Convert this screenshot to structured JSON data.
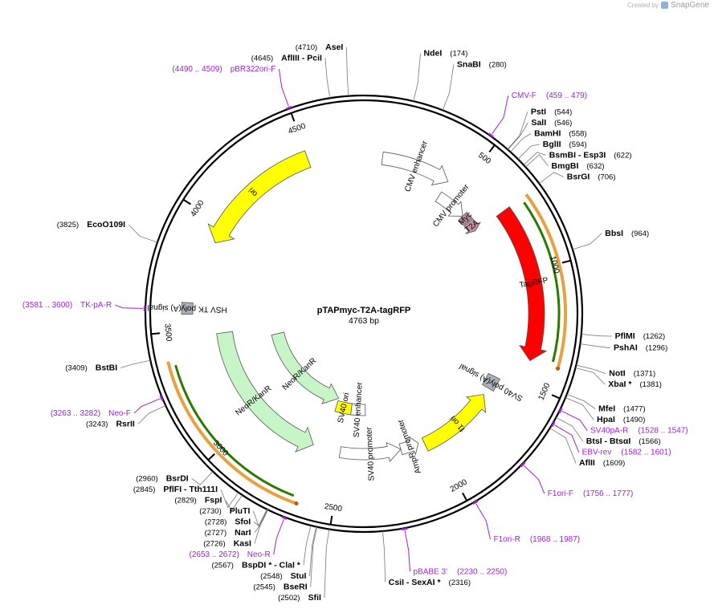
{
  "credit": {
    "prefix": "Created by",
    "brand": "SnapGene"
  },
  "plasmid": {
    "name": "pTAPmyc-T2A-tagRFP",
    "length_label": "4763 bp",
    "length": 4763
  },
  "colors": {
    "yellow": "#ffff00",
    "red": "#ff0000",
    "green": "#c8f5c8",
    "gray": "#aab0b8",
    "pink": "#c890a8",
    "white": "#ffffff",
    "primer": "#a020d8",
    "orange": "#e8a040",
    "darkgreen": "#2a7a00"
  },
  "ticks": [
    {
      "pos": 500,
      "label": "500"
    },
    {
      "pos": 1000,
      "label": "1000"
    },
    {
      "pos": 1500,
      "label": "1500"
    },
    {
      "pos": 2000,
      "label": "2000"
    },
    {
      "pos": 2500,
      "label": "2500"
    },
    {
      "pos": 3000,
      "label": "3000"
    },
    {
      "pos": 3500,
      "label": "3500"
    },
    {
      "pos": 4000,
      "label": "4000"
    },
    {
      "pos": 4500,
      "label": "4500"
    }
  ],
  "sites": [
    {
      "name": "AseI",
      "pos_label": "(4710)",
      "pos": 4710,
      "side": "L"
    },
    {
      "name": "AflIII",
      "extra": "  -  PciI",
      "pos_label": "(4645)",
      "pos": 4645,
      "side": "L"
    },
    {
      "name": "NdeI",
      "pos_label": "(174)",
      "pos": 174,
      "side": "R"
    },
    {
      "name": "SnaBI",
      "pos_label": "(280)",
      "pos": 280,
      "side": "R"
    },
    {
      "name": "PstI",
      "pos_label": "(544)",
      "pos": 544,
      "side": "R"
    },
    {
      "name": "SalI",
      "pos_label": "(546)",
      "pos": 546,
      "side": "R"
    },
    {
      "name": "BamHI",
      "pos_label": "(558)",
      "pos": 558,
      "side": "R"
    },
    {
      "name": "BglII",
      "pos_label": "(594)",
      "pos": 594,
      "side": "R"
    },
    {
      "name": "BsmBI",
      "extra": "  -  Esp3I",
      "pos_label": "(622)",
      "pos": 622,
      "side": "R"
    },
    {
      "name": "BmgBI",
      "pos_label": "(632)",
      "pos": 632,
      "side": "R"
    },
    {
      "name": "BsrGI",
      "pos_label": "(706)",
      "pos": 706,
      "side": "R"
    },
    {
      "name": "BbsI",
      "pos_label": "(964)",
      "pos": 964,
      "side": "R"
    },
    {
      "name": "PflMI",
      "pos_label": "(1262)",
      "pos": 1262,
      "side": "R"
    },
    {
      "name": "PshAI",
      "pos_label": "(1296)",
      "pos": 1296,
      "side": "R"
    },
    {
      "name": "NotI",
      "pos_label": "(1371)",
      "pos": 1371,
      "side": "R"
    },
    {
      "name": "XbaI *",
      "pos_label": "(1381)",
      "pos": 1381,
      "side": "R"
    },
    {
      "name": "MfeI",
      "pos_label": "(1477)",
      "pos": 1477,
      "side": "R"
    },
    {
      "name": "HpaI",
      "pos_label": "(1490)",
      "pos": 1490,
      "side": "R"
    },
    {
      "name": "BtsI",
      "extra": "  -  BtsαI",
      "pos_label": "(1566)",
      "pos": 1566,
      "side": "R"
    },
    {
      "name": "AflII",
      "pos_label": "(1609)",
      "pos": 1609,
      "side": "R"
    },
    {
      "name": "CsiI",
      "extra": "  -  SexAI *",
      "pos_label": "(2316)",
      "pos": 2316,
      "side": "R"
    },
    {
      "name": "SfiI",
      "pos_label": "(2502)",
      "pos": 2502,
      "side": "L"
    },
    {
      "name": "BseRI",
      "pos_label": "(2545)",
      "pos": 2545,
      "side": "L"
    },
    {
      "name": "StuI",
      "pos_label": "(2548)",
      "pos": 2548,
      "side": "L"
    },
    {
      "name": "BspDI *",
      "extra": "  -  ClaI *",
      "pos_label": "(2567)",
      "pos": 2567,
      "side": "L"
    },
    {
      "name": "KasI",
      "pos_label": "(2726)",
      "pos": 2726,
      "side": "L"
    },
    {
      "name": "NarI",
      "pos_label": "(2727)",
      "pos": 2727,
      "side": "L"
    },
    {
      "name": "SfoI",
      "pos_label": "(2728)",
      "pos": 2728,
      "side": "L"
    },
    {
      "name": "PluTI",
      "pos_label": "(2730)",
      "pos": 2730,
      "side": "L"
    },
    {
      "name": "FspI",
      "pos_label": "(2829)",
      "pos": 2829,
      "side": "L"
    },
    {
      "name": "PflFI",
      "extra": "  -  Tth111I",
      "pos_label": "(2845)",
      "pos": 2845,
      "side": "L"
    },
    {
      "name": "BsrDI",
      "pos_label": "(2960)",
      "pos": 2960,
      "side": "L"
    },
    {
      "name": "RsrII",
      "pos_label": "(3243)",
      "pos": 3243,
      "side": "L"
    },
    {
      "name": "BstBI",
      "pos_label": "(3409)",
      "pos": 3409,
      "side": "L"
    },
    {
      "name": "EcoO109I",
      "pos_label": "(3825)",
      "pos": 3825,
      "side": "L"
    }
  ],
  "primers": [
    {
      "name": "CMV-F",
      "range": "(459 .. 479)",
      "start": 459,
      "end": 479,
      "side": "R"
    },
    {
      "name": "SV40pA-R",
      "range": "(1528 .. 1547)",
      "start": 1528,
      "end": 1547,
      "side": "R"
    },
    {
      "name": "EBV-rev",
      "range": "(1582 .. 1601)",
      "start": 1582,
      "end": 1601,
      "side": "R"
    },
    {
      "name": "F1ori-F",
      "range": "(1756 .. 1777)",
      "start": 1756,
      "end": 1777,
      "side": "R"
    },
    {
      "name": "F1ori-R",
      "range": "(1968 .. 1987)",
      "start": 1968,
      "end": 1987,
      "side": "R"
    },
    {
      "name": "pBABE 3'",
      "range": "(2230 .. 2250)",
      "start": 2230,
      "end": 2250,
      "side": "R"
    },
    {
      "name": "Neo-R",
      "range": "(2653 .. 2672)",
      "start": 2653,
      "end": 2672,
      "side": "L"
    },
    {
      "name": "Neo-F",
      "range": "(3263 .. 3282)",
      "start": 3263,
      "end": 3282,
      "side": "L"
    },
    {
      "name": "TK-pA-R",
      "range": "(3581 .. 3600)",
      "start": 3581,
      "end": 3600,
      "side": "L"
    },
    {
      "name": "pBR322ori-F",
      "range": "(4490 .. 4509)",
      "start": 4490,
      "end": 4509,
      "side": "L"
    }
  ],
  "features": [
    {
      "name": "CMV enhancer",
      "start": 90,
      "end": 430,
      "r": 195,
      "w": 16,
      "color": "white",
      "dir": 1
    },
    {
      "name": "CMV promoter",
      "start": 430,
      "end": 600,
      "r": 173,
      "w": 14,
      "color": "white",
      "dir": 1
    },
    {
      "name": "Myc",
      "start": 600,
      "end": 640,
      "r": 173,
      "w": 14,
      "color": "pink",
      "dir": 0
    },
    {
      "name": "T2A",
      "start": 646,
      "end": 706,
      "r": 173,
      "w": 14,
      "color": "pink",
      "dir": 1
    },
    {
      "name": "TagRFP",
      "start": 710,
      "end": 1400,
      "r": 215,
      "w": 20,
      "color": "red",
      "dir": 1
    },
    {
      "name": "SV40 poly(A) signal",
      "start": 1530,
      "end": 1600,
      "r": 180,
      "w": 16,
      "color": "gray",
      "dir": 0
    },
    {
      "name": "f1 ori",
      "start": 1640,
      "end": 2050,
      "r": 180,
      "w": 18,
      "color": "yellow",
      "dir": -1
    },
    {
      "name": "AmpR promoter",
      "start": 2080,
      "end": 2180,
      "r": 175,
      "w": 14,
      "color": "white",
      "dir": -1
    },
    {
      "name": "SV40 promoter",
      "start": 2180,
      "end": 2510,
      "r": 175,
      "w": 14,
      "color": "white",
      "dir": -1
    },
    {
      "name": "SV40 enhancer",
      "start": 2370,
      "end": 2480,
      "r": 120,
      "w": 14,
      "color": "white",
      "dir": 0
    },
    {
      "name": "SV40 ori",
      "start": 2480,
      "end": 2600,
      "r": 120,
      "w": 14,
      "color": "yellow",
      "dir": 0
    },
    {
      "name": "NeoR/KanR",
      "start": 2600,
      "end": 3400,
      "r": 110,
      "w": 16,
      "color": "green",
      "dir": -1
    },
    {
      "name": "NeoR/KanR",
      "start": 2660,
      "end": 3470,
      "r": 175,
      "w": 20,
      "color": "green",
      "dir": -1
    },
    {
      "name": "HSV TK poly(A) signal",
      "start": 3570,
      "end": 3620,
      "r": 220,
      "w": 14,
      "color": "gray",
      "dir": 0
    },
    {
      "name": "ori",
      "start": 3910,
      "end": 4500,
      "r": 205,
      "w": 22,
      "color": "yellow",
      "dir": -1
    }
  ],
  "orfs": [
    {
      "start": 710,
      "end": 1400,
      "dir": 1
    },
    {
      "start": 2640,
      "end": 3390,
      "dir": -1
    }
  ]
}
